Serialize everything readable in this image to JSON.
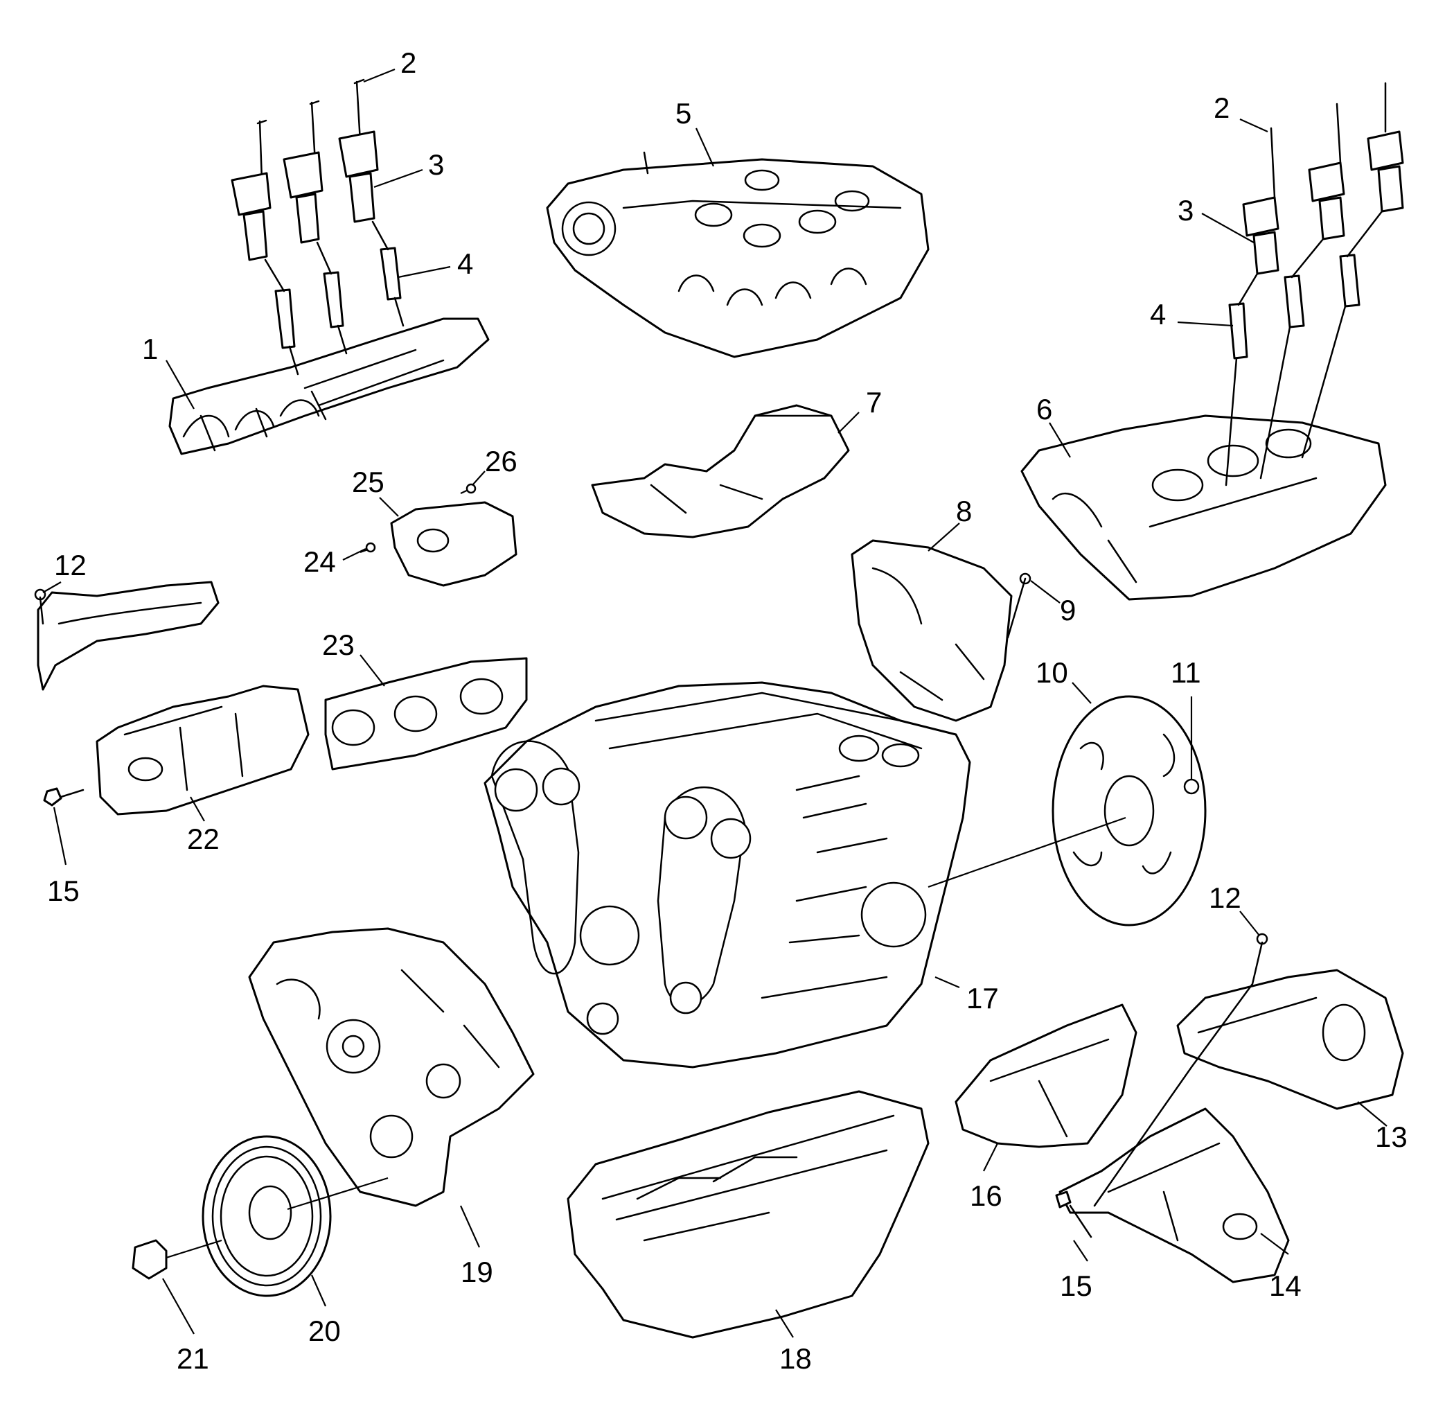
{
  "callouts": [
    {
      "id": "c1",
      "label": "1"
    },
    {
      "id": "c2a",
      "label": "2"
    },
    {
      "id": "c2b",
      "label": "2"
    },
    {
      "id": "c3a",
      "label": "3"
    },
    {
      "id": "c3b",
      "label": "3"
    },
    {
      "id": "c4a",
      "label": "4"
    },
    {
      "id": "c4b",
      "label": "4"
    },
    {
      "id": "c5",
      "label": "5"
    },
    {
      "id": "c6",
      "label": "6"
    },
    {
      "id": "c7",
      "label": "7"
    },
    {
      "id": "c8",
      "label": "8"
    },
    {
      "id": "c9",
      "label": "9"
    },
    {
      "id": "c10",
      "label": "10"
    },
    {
      "id": "c11",
      "label": "11"
    },
    {
      "id": "c12a",
      "label": "12"
    },
    {
      "id": "c12b",
      "label": "12"
    },
    {
      "id": "c13",
      "label": "13"
    },
    {
      "id": "c14",
      "label": "14"
    },
    {
      "id": "c15a",
      "label": "15"
    },
    {
      "id": "c15b",
      "label": "15"
    },
    {
      "id": "c16",
      "label": "16"
    },
    {
      "id": "c17",
      "label": "17"
    },
    {
      "id": "c18",
      "label": "18"
    },
    {
      "id": "c19",
      "label": "19"
    },
    {
      "id": "c20",
      "label": "20"
    },
    {
      "id": "c21",
      "label": "21"
    },
    {
      "id": "c22",
      "label": "22"
    },
    {
      "id": "c23",
      "label": "23"
    },
    {
      "id": "c24",
      "label": "24"
    },
    {
      "id": "c25",
      "label": "25"
    },
    {
      "id": "c26",
      "label": "26"
    }
  ]
}
